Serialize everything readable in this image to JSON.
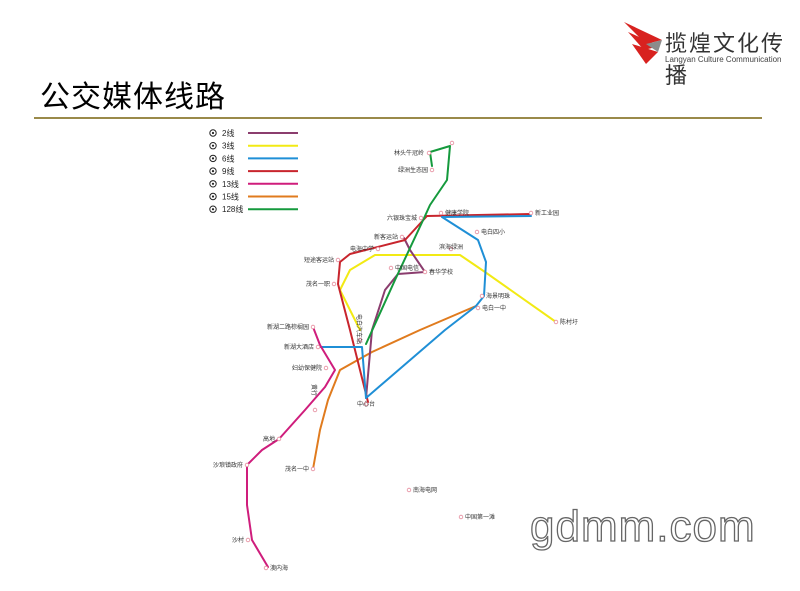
{
  "title": "公交媒体线路",
  "logo": {
    "name_cn": "揽煌文化传播",
    "name_en": "Langyan Culture Communication",
    "colors": {
      "red": "#d8221f",
      "grey": "#7f7f7f"
    }
  },
  "watermark": "gdmm.com",
  "legend": [
    {
      "label": "2线",
      "color": "#8b3d6e"
    },
    {
      "label": "3线",
      "color": "#f2ea14"
    },
    {
      "label": "6线",
      "color": "#1f8fd6"
    },
    {
      "label": "9线",
      "color": "#c8252d"
    },
    {
      "label": "13线",
      "color": "#cf1d7c"
    },
    {
      "label": "15线",
      "color": "#e07b1e"
    },
    {
      "label": "128线",
      "color": "#159a3d"
    }
  ],
  "stops": [
    "林头",
    "牛冠岭",
    "绿洲生态园",
    "六银珠宝城",
    "健康学院",
    "新工业园",
    "新客运站",
    "电白四小",
    "电海中学",
    "滨海绿洲",
    "短途客运站",
    "中国电信",
    "春华学校",
    "茂名一职",
    "海景明珠",
    "电白一中",
    "陈村圩",
    "新湖二路棕榈园",
    "新湖大酒店",
    "电白汽车站",
    "妇幼保健院",
    "中心台",
    "黄行",
    "高地",
    "沙琅镇政府",
    "茂名一中",
    "南海电网",
    "中国第一滩",
    "沙村",
    "澳内海"
  ]
}
